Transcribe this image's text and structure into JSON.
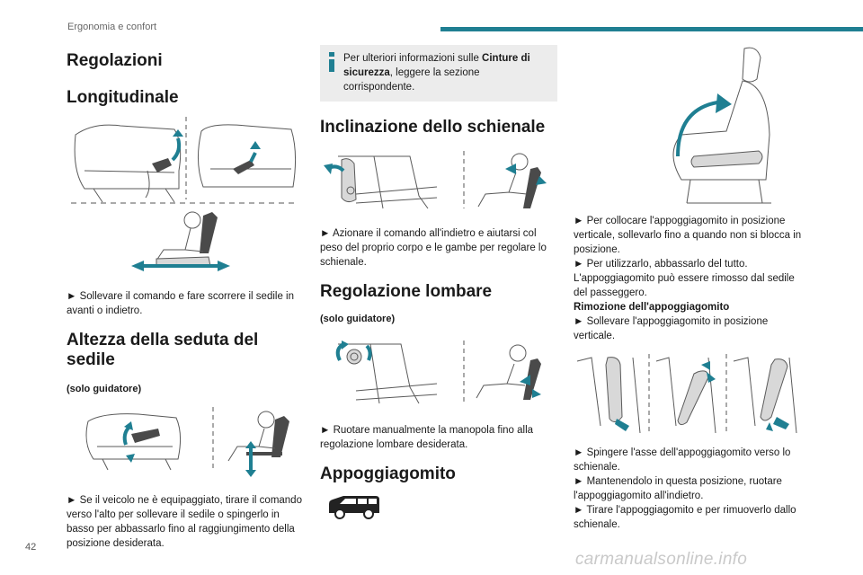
{
  "header": {
    "section": "Ergonomia e confort",
    "accent_color": "#1f7f92"
  },
  "page_number": "42",
  "watermark": "carmanualsonline.info",
  "col1": {
    "title": "Regolazioni",
    "longitudinale": {
      "heading": "Longitudinale",
      "text": "► Sollevare il comando e fare scorrere il sedile in avanti o indietro."
    },
    "altezza": {
      "heading": "Altezza della seduta del sedile",
      "note": "(solo guidatore)",
      "text": "► Se il veicolo ne è equipaggiato, tirare il comando verso l'alto per sollevare il sedile o spingerlo in basso per abbassarlo fino al raggiungimento della posizione desiderata."
    }
  },
  "col2": {
    "info": {
      "text_before": "Per ulteriori informazioni sulle ",
      "text_bold": "Cinture di sicurezza",
      "text_after": ", leggere la sezione corrispondente."
    },
    "inclinazione": {
      "heading": "Inclinazione dello schienale",
      "text": "► Azionare il comando all'indietro e aiutarsi col peso del proprio corpo e le gambe per regolare lo schienale."
    },
    "lombare": {
      "heading": "Regolazione lombare",
      "note": "(solo guidatore)",
      "text": "► Ruotare manualmente la manopola fino alla regolazione lombare desiderata."
    },
    "appoggiagomito": {
      "heading": "Appoggiagomito",
      "icon": "van-icon"
    }
  },
  "col3": {
    "p1": "► Per collocare l'appoggiagomito in posizione verticale, sollevarlo fino a quando non si blocca in posizione.",
    "p2": "► Per utilizzarlo, abbassarlo del tutto.",
    "p3": "L'appoggiagomito può essere rimosso dal sedile del passeggero.",
    "rimozione_title": "Rimozione dell'appoggiagomito",
    "p4": "► Sollevare l'appoggiagomito in posizione verticale.",
    "p5": "► Spingere l'asse dell'appoggiagomito verso lo schienale.",
    "p6": "► Mantenendolo in questa posizione, ruotare l'appoggiagomito all'indietro.",
    "p7": "► Tirare l'appoggiagomito e per rimuoverlo dallo schienale."
  }
}
